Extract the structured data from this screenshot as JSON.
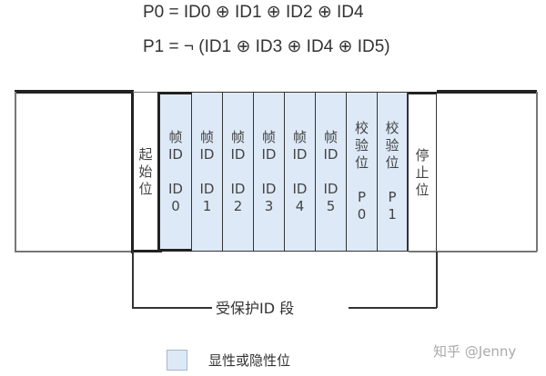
{
  "formulas": {
    "p0": "P0 = ID0 ⊕ ID1 ⊕ ID2 ⊕ ID4",
    "p1": "P1 = ¬ (ID1 ⊕ ID3 ⊕ ID4 ⊕ ID5)"
  },
  "fields": {
    "start": [
      "起",
      "始",
      "位"
    ],
    "id0": {
      "top": [
        "帧",
        "ID"
      ],
      "bottom": [
        "ID",
        "0"
      ]
    },
    "id1": {
      "top": [
        "帧",
        "ID"
      ],
      "bottom": [
        "ID",
        "1"
      ]
    },
    "id2": {
      "top": [
        "帧",
        "ID"
      ],
      "bottom": [
        "ID",
        "2"
      ]
    },
    "id3": {
      "top": [
        "帧",
        "ID"
      ],
      "bottom": [
        "ID",
        "3"
      ]
    },
    "id4": {
      "top": [
        "帧",
        "ID"
      ],
      "bottom": [
        "ID",
        "4"
      ]
    },
    "id5": {
      "top": [
        "帧",
        "ID"
      ],
      "bottom": [
        "ID",
        "5"
      ]
    },
    "p0": {
      "top": [
        "校",
        "验",
        "位"
      ],
      "bottom": [
        "P",
        "0"
      ]
    },
    "p1": {
      "top": [
        "校",
        "验",
        "位"
      ],
      "bottom": [
        "P",
        "1"
      ]
    },
    "stop": [
      "停",
      "止",
      "位"
    ]
  },
  "bracket_label": "受保护ID 段",
  "legend": {
    "label": "显性或隐性位",
    "color": "#dde9f7"
  },
  "watermark": "知乎 @Jenny"
}
